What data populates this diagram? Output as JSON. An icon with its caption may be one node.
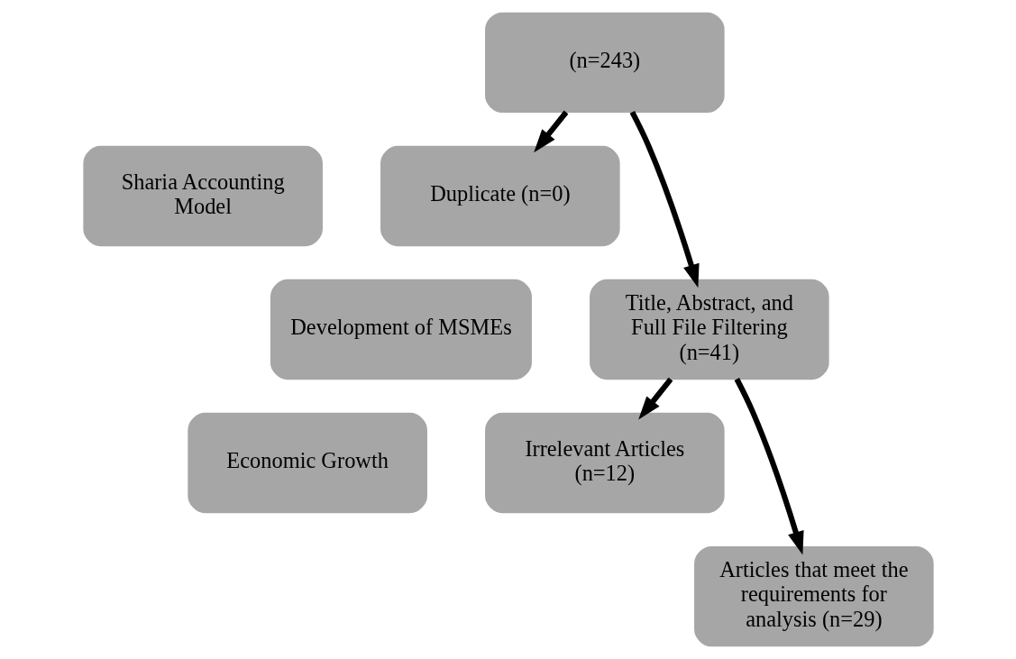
{
  "diagram": {
    "nodes": [
      {
        "text": [
          "(n=243)"
        ]
      },
      {
        "text": [
          "Sharia Accounting Model"
        ]
      },
      {
        "text": [
          "Duplicate (n=0)"
        ]
      },
      {
        "text": [
          "Title, Abstract, and Full File Filtering (n=41)"
        ]
      },
      {
        "text": [
          "Development of MSMEs"
        ]
      },
      {
        "text": [
          "Irrelevant Articles (n=12)"
        ]
      },
      {
        "text": [
          "Economic Growth"
        ]
      },
      {
        "text": [
          "Articles that meet the requirements for analysis (n=29)"
        ]
      }
    ],
    "edges": [
      {
        "from": 0,
        "to": 3,
        "arrow": "to"
      },
      {
        "from": 0,
        "to": 2,
        "arrow": "to"
      },
      {
        "from": 3,
        "to": 7,
        "arrow": "to"
      },
      {
        "from": 3,
        "to": 5,
        "arrow": "to"
      }
    ]
  }
}
